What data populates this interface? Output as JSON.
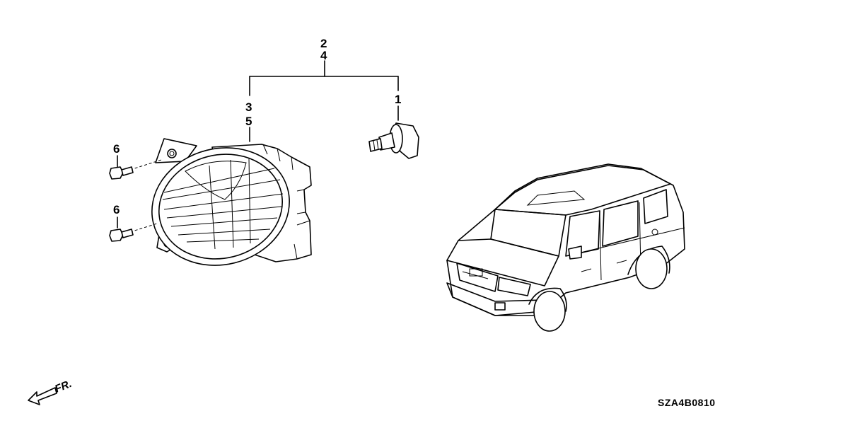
{
  "callouts": {
    "assembly_top": "2",
    "assembly_bottom": "4",
    "housing_top": "3",
    "housing_bottom": "5",
    "bulb": "1",
    "screw_upper": "6",
    "screw_lower": "6"
  },
  "direction_label": "FR.",
  "diagram_code": "SZA4B0810"
}
